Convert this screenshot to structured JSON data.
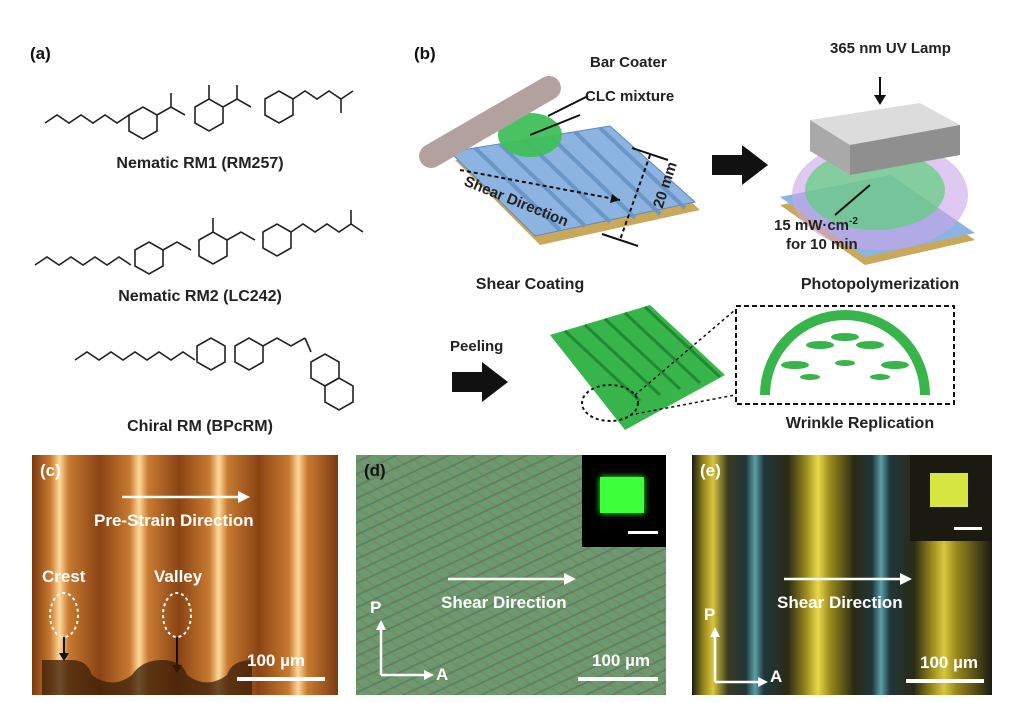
{
  "panels": {
    "a": {
      "label": "(a)",
      "compounds": [
        {
          "name": "Nematic RM1 (RM257)"
        },
        {
          "name": "Nematic RM2 (LC242)"
        },
        {
          "name": "Chiral RM (BPcRM)"
        }
      ]
    },
    "b": {
      "label": "(b)",
      "callouts": {
        "bar_coater": "Bar Coater",
        "clc_mixture": "CLC mixture",
        "shear_direction": "Shear Direction",
        "dimension": "20 mm",
        "uv_lamp": "365 nm UV Lamp",
        "intensity": "15 mW·cm",
        "intensity_exp": "-2",
        "duration": "for 10 min",
        "peeling": "Peeling"
      },
      "captions": {
        "shear_coating": "Shear Coating",
        "photopolymerization": "Photopolymerization",
        "wrinkle_replication": "Wrinkle Replication"
      }
    },
    "c": {
      "label": "(c)",
      "direction": "Pre-Strain Direction",
      "crest": "Crest",
      "valley": "Valley",
      "scale": "100 µm"
    },
    "d": {
      "label": "(d)",
      "direction": "Shear Direction",
      "axis_p": "P",
      "axis_a": "A",
      "scale": "100 µm"
    },
    "e": {
      "label": "(e)",
      "direction": "Shear Direction",
      "axis_p": "P",
      "axis_a": "A",
      "scale": "100 µm"
    }
  },
  "colors": {
    "substrate_blue": "#8db4e0",
    "clc_green": "#3fbf5a",
    "film_green": "#38b54a",
    "microscope_orange": "#c8752e",
    "pom_green": "#6a9a72"
  }
}
